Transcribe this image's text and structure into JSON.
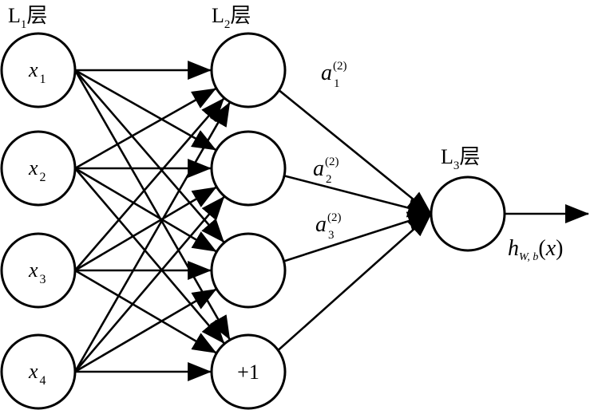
{
  "layers": [
    {
      "name": "L",
      "sub": "1",
      "suffix": "层",
      "nodes": [
        {
          "var": "x",
          "sub": "1"
        },
        {
          "var": "x",
          "sub": "2"
        },
        {
          "var": "x",
          "sub": "3"
        },
        {
          "var": "x",
          "sub": "4"
        }
      ]
    },
    {
      "name": "L",
      "sub": "2",
      "suffix": "层",
      "nodes": [
        {
          "text": ""
        },
        {
          "text": ""
        },
        {
          "text": ""
        },
        {
          "text": "+1"
        }
      ]
    },
    {
      "name": "L",
      "sub": "3",
      "suffix": "层",
      "nodes": [
        {
          "text": ""
        }
      ]
    }
  ],
  "activations": [
    {
      "var": "a",
      "sub": "1",
      "sup": "(2)"
    },
    {
      "var": "a",
      "sub": "2",
      "sup": "(2)"
    },
    {
      "var": "a",
      "sub": "3",
      "sup": "(2)"
    }
  ],
  "output": {
    "var": "h",
    "sub": "W, b",
    "arg": "(x)"
  },
  "colors": {
    "stroke": "#000000",
    "fill": "#ffffff"
  }
}
